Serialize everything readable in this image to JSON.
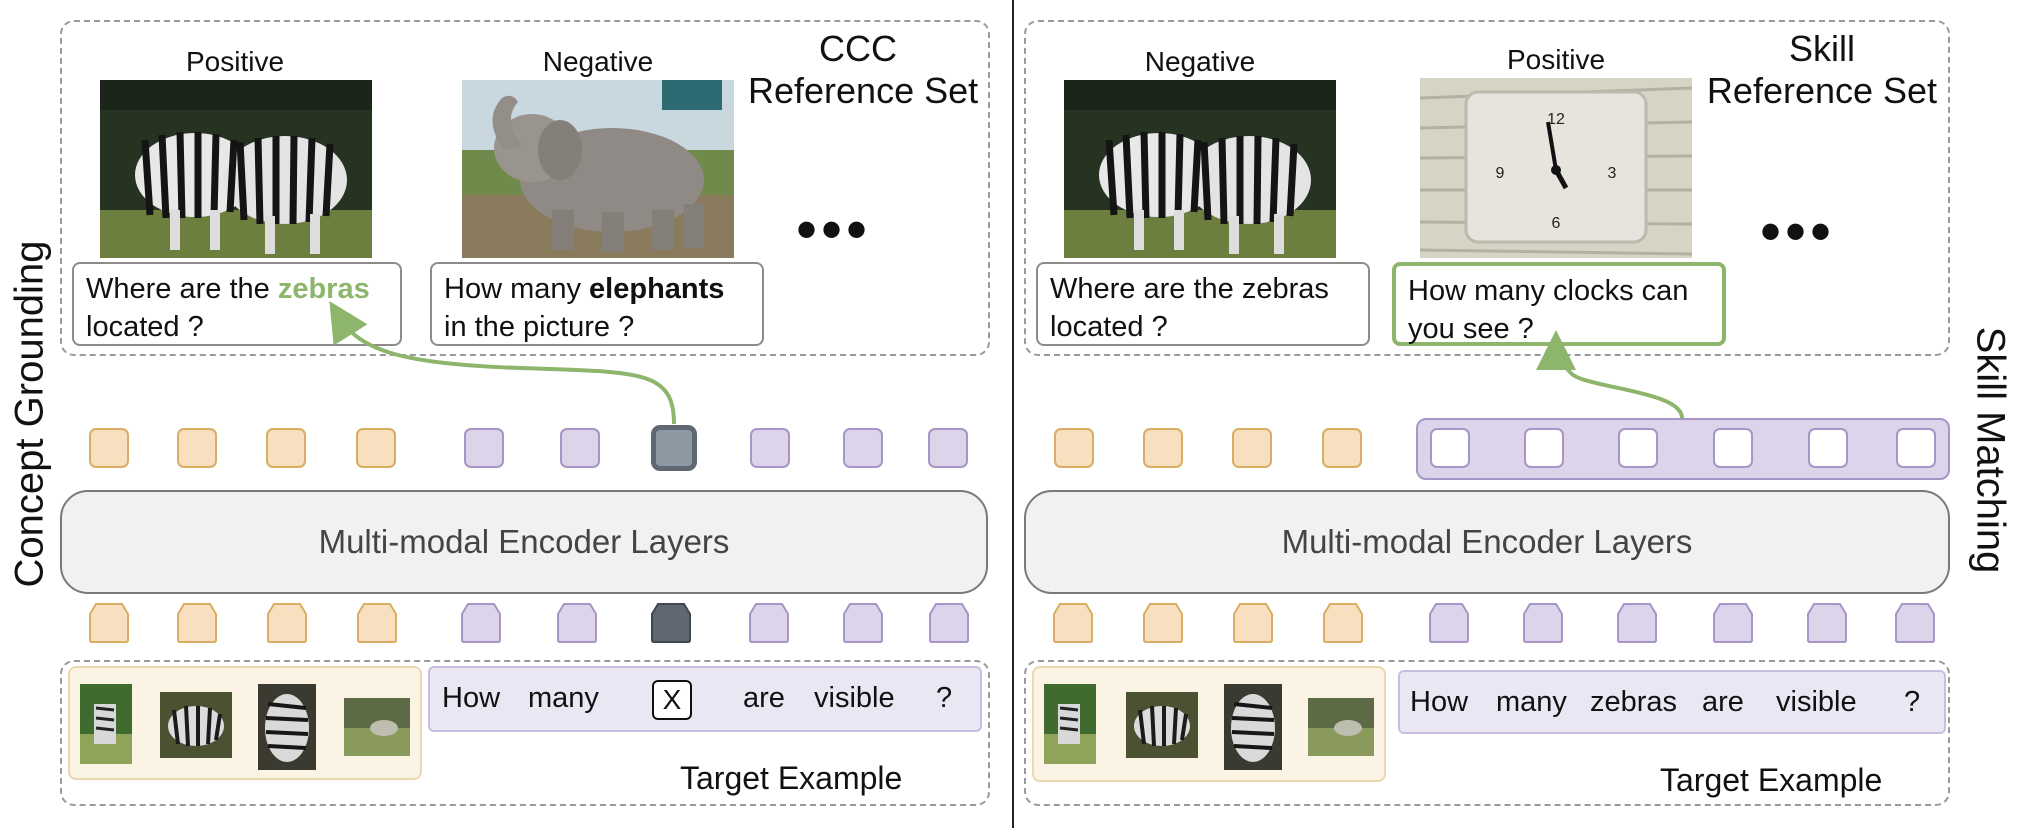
{
  "side_labels": {
    "left": "Concept Grounding",
    "right": "Skill Matching"
  },
  "left_panel": {
    "ref_title_line1": "CCC",
    "ref_title_line2": "Reference Set",
    "examples": [
      {
        "label": "Positive",
        "q_pre": "Where are the ",
        "q_highlight": "zebras",
        "q_post": "located ?"
      },
      {
        "label": "Negative",
        "q_pre": "How many ",
        "q_highlight": "elephants",
        "q_post": "in the picture ?"
      }
    ],
    "ellipsis": "•••",
    "encoder": "Multi-modal Encoder Layers",
    "target_words": [
      "How",
      "many",
      "are",
      "visible",
      "?"
    ],
    "mask_token": "X",
    "target_label": "Target Example"
  },
  "right_panel": {
    "ref_title_line1": "Skill",
    "ref_title_line2": "Reference Set",
    "examples": [
      {
        "label": "Negative",
        "q_line1": "Where are the zebras",
        "q_line2": "located ?"
      },
      {
        "label": "Positive",
        "q_line1": "How many clocks can",
        "q_line2": "you see ?"
      }
    ],
    "ellipsis": "•••",
    "encoder": "Multi-modal Encoder Layers",
    "target_words": [
      "How",
      "many",
      "zebras",
      "are",
      "visible",
      "?"
    ],
    "target_label": "Target Example"
  },
  "colors": {
    "image_token_fill": "#f7dfbf",
    "image_token_border": "#d9ad62",
    "text_token_fill": "#dcd4ea",
    "text_token_border": "#a795c6",
    "highlight_green": "#8db56b",
    "masked_token": "#5f6872"
  }
}
